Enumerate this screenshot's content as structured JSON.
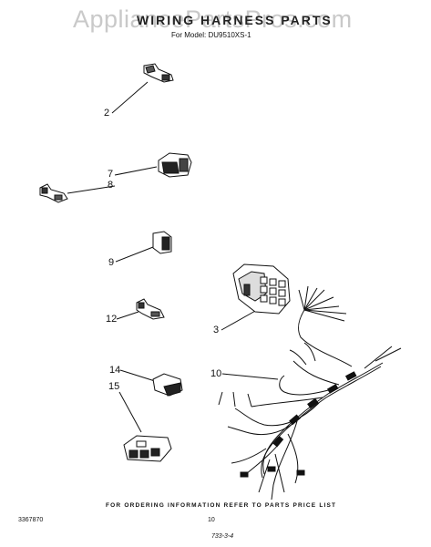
{
  "watermark": "AppliancePartsPros.com",
  "title": "WIRING HARNESS PARTS",
  "subtitle": "For Model: DU9510XS-1",
  "callouts": {
    "c2": "2",
    "c7": "7",
    "c8": "8",
    "c9": "9",
    "c12": "12",
    "c3": "3",
    "c14": "14",
    "c15": "15",
    "c10": "10"
  },
  "footer": {
    "note": "FOR ORDERING INFORMATION REFER TO PARTS PRICE LIST",
    "ref_number": "3367870",
    "page_number": "10",
    "code": "733-3-4"
  }
}
